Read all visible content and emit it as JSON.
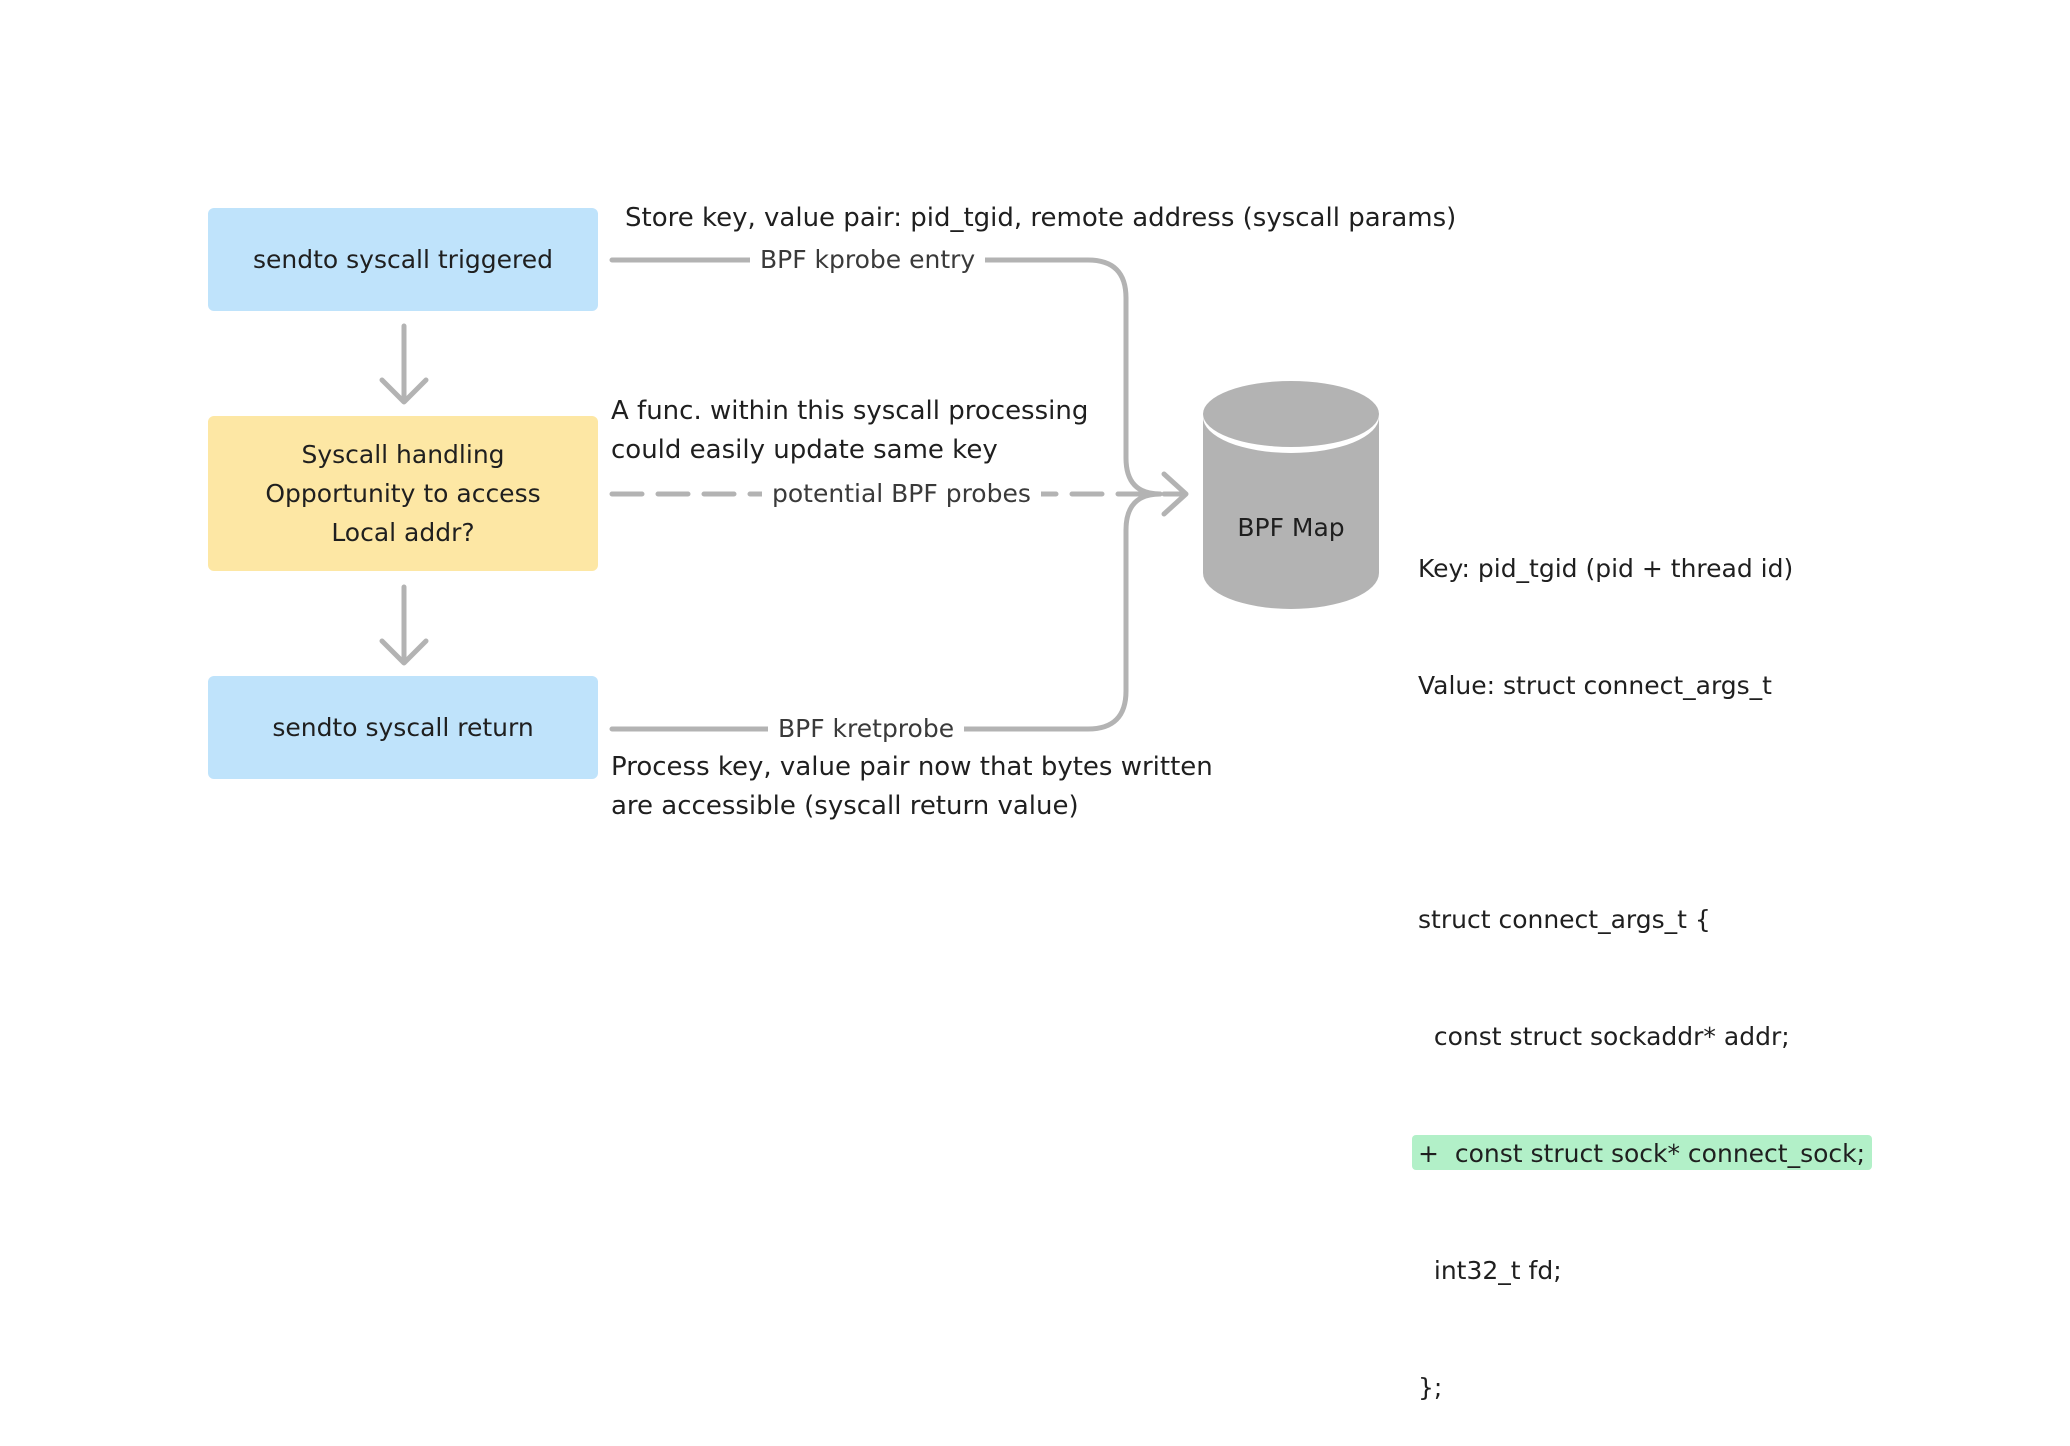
{
  "nodes": {
    "trigger": "sendto syscall triggered",
    "handling": [
      "Syscall handling",
      "Opportunity to access",
      "Local addr?"
    ],
    "return": "sendto syscall return",
    "map": "BPF Map"
  },
  "edges": {
    "kprobe": "BPF kprobe entry",
    "probes": "potential BPF probes",
    "kretprobe": "BPF kretprobe"
  },
  "notes": {
    "store": "Store key, value pair: pid_tgid, remote address (syscall params)",
    "func": [
      "A func. within this syscall processing",
      "could easily update same key"
    ],
    "process": [
      "Process key, value pair now that bytes written",
      "are accessible (syscall return value)"
    ]
  },
  "code": {
    "key": "Key: pid_tgid (pid + thread id)",
    "value": "Value: struct connect_args_t",
    "lines": [
      "struct connect_args_t {",
      "  const struct sockaddr* addr;",
      "+  const struct sock* connect_sock;",
      "  int32_t fd;",
      "};"
    ]
  },
  "colors": {
    "blue": "#bfe3fb",
    "yellow": "#fde7a4",
    "highlight": "#b2f0c8",
    "line": "#b3b3b3",
    "cylinder": "#b3b3b3"
  }
}
